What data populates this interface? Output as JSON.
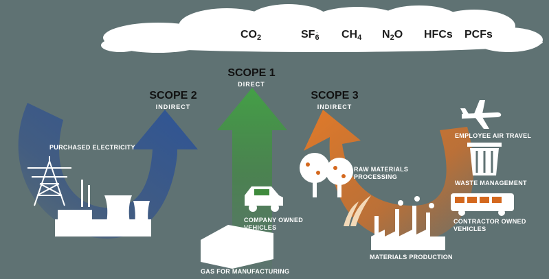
{
  "gases": [
    {
      "base": "CO",
      "sub": "2"
    },
    {
      "base": "SF",
      "sub": "6"
    },
    {
      "base": "CH",
      "sub": "4"
    },
    {
      "base": "N",
      "sub": "2",
      "tail": "O"
    },
    {
      "base": "HFCs",
      "sub": ""
    },
    {
      "base": "PCFs",
      "sub": ""
    }
  ],
  "scopes": {
    "scope1": {
      "title": "SCOPE 1",
      "subtitle": "DIRECT"
    },
    "scope2": {
      "title": "SCOPE 2",
      "subtitle": "INDIRECT"
    },
    "scope3": {
      "title": "SCOPE 3",
      "subtitle": "INDIRECT"
    }
  },
  "labels": {
    "purchased_electricity": "PURCHASED ELECTRICITY",
    "company_vehicles": [
      "COMPANY OWNED",
      "VEHICLES"
    ],
    "gas_manufacturing": "GAS FOR MANUFACTURING",
    "raw_materials": [
      "RAW MATERIALS",
      "PROCESSING"
    ],
    "materials_production": "MATERIALS PRODUCTION",
    "employee_air_travel": "EMPLOYEE AIR TRAVEL",
    "waste_management": "WASTE MANAGEMENT",
    "contractor_vehicles": [
      "CONTRACTOR OWNED",
      "VEHICLES"
    ]
  },
  "colors": {
    "background": "#5f7273",
    "cloud": "#ffffff",
    "scope1_arrow": "#3f8a3c",
    "scope2_arrow": "#2e4f8f",
    "scope3_arrow": "#d4681e",
    "icons": "#ffffff"
  }
}
